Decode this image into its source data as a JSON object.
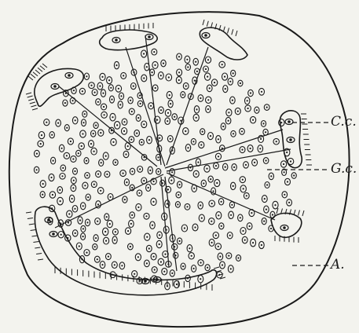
{
  "figure": {
    "background_color": "#f3f3ee",
    "ink_color": "#1a1a1a",
    "labels": {
      "cc": "C.c.",
      "gc": "G.c.",
      "a": "A."
    }
  }
}
